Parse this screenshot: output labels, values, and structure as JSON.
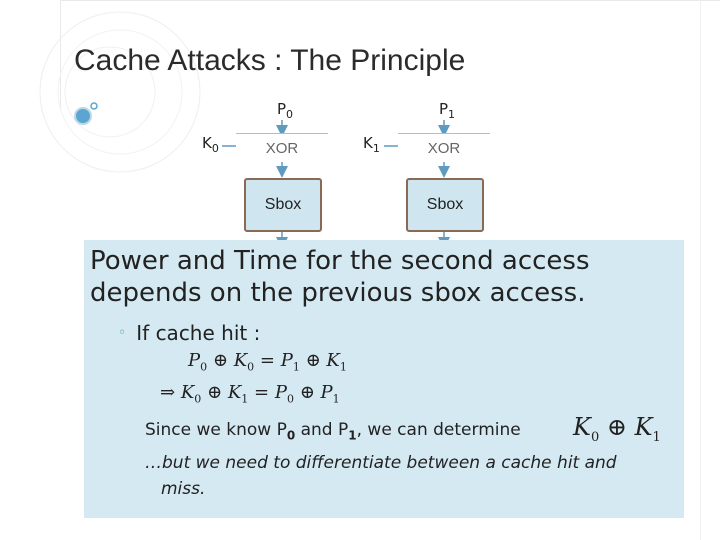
{
  "slide": {
    "title": "Cache Attacks : The Principle"
  },
  "diagram": {
    "p0": {
      "base": "P",
      "sub": "0"
    },
    "p1": {
      "base": "P",
      "sub": "1"
    },
    "k0": {
      "base": "K",
      "sub": "0"
    },
    "k1": {
      "base": "K",
      "sub": "1"
    },
    "xor_left": "XOR",
    "xor_right": "XOR",
    "sbox_left": "Sbox",
    "sbox_right": "Sbox"
  },
  "content": {
    "main_line1": "Power and Time for the second access",
    "main_line2": "depends on the previous sbox access.",
    "bullet": "If cache hit :",
    "eq1": {
      "a": "P",
      "a_sub": "0",
      "op1": "⊕",
      "b": "K",
      "b_sub": "0",
      "eq": "=",
      "c": "P",
      "c_sub": "1",
      "op2": "⊕",
      "d": "K",
      "d_sub": "1"
    },
    "eq2": {
      "implies": "⇒",
      "a": "K",
      "a_sub": "0",
      "op1": "⊕",
      "b": "K",
      "b_sub": "1",
      "eq": "=",
      "c": "P",
      "c_sub": "0",
      "op2": "⊕",
      "d": "P",
      "d_sub": "1"
    },
    "since": {
      "part1": "Since we know P",
      "sub1": "0",
      "part2": " and P",
      "sub2": "1",
      "part3": ", we can determine"
    },
    "k_expr": {
      "a": "K",
      "a_sub": "0",
      "op": "⊕",
      "b": "K",
      "b_sub": "1"
    },
    "note_line1": "…but we need to differentiate between a cache hit and",
    "note_line2": "miss."
  },
  "colors": {
    "accent": "#4b9cc4",
    "content_bg": "#d5e9f2",
    "sbox_fill": "#cfe6f1",
    "sbox_border": "#8a6a52",
    "arrow": "#5f9bbf"
  }
}
